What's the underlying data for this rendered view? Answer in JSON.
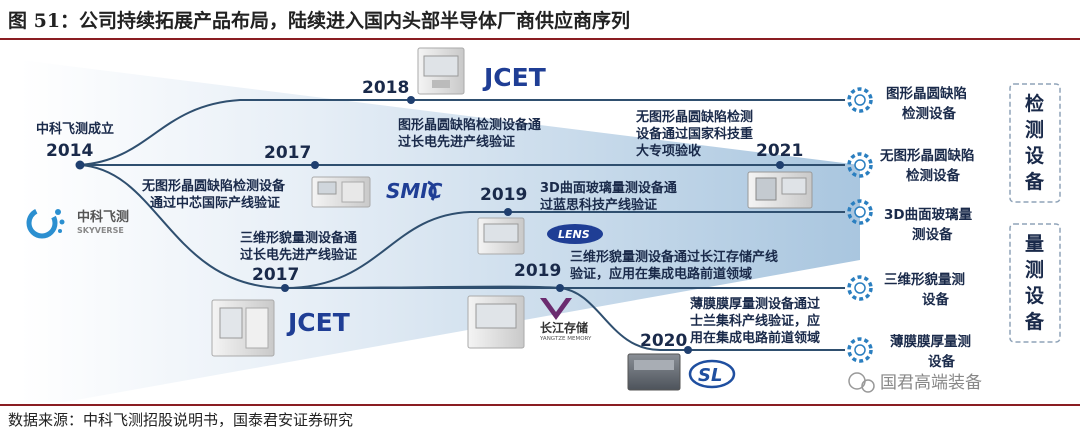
{
  "figure_title": "图 51：公司持续拓展产品布局，陆续进入国内头部半导体厂商供应商序列",
  "source": "数据来源：中科飞测招股说明书，国泰君安证券研究",
  "watermark": "国君高端装备",
  "company_logo": {
    "cn": "中科飞测",
    "en": "SKYVERSE"
  },
  "start": {
    "label": "中科飞测成立",
    "year": "2014"
  },
  "milestones": [
    {
      "year": "2018",
      "line1": "图形晶圆缺陷检测设备通",
      "line2": "过长电先进产线验证",
      "brand": "JCET"
    },
    {
      "year": "2017",
      "line1": "无图形晶圆缺陷检测设备",
      "line2": "通过中芯国际产线验证",
      "brand": "SMIC"
    },
    {
      "year": "2017",
      "line1": "三维形貌量测设备通",
      "line2": "过长电先进产线验证",
      "brand": "JCET"
    },
    {
      "year": "2019",
      "line1": "3D曲面玻璃量测设备通",
      "line2": "过蓝思科技产线验证",
      "brand": "LENS"
    },
    {
      "year": "2019",
      "line1": "三维形貌量测设备通过长江存储产线",
      "line2": "验证，应用在集成电路前道领域",
      "brand_cn": "长江存储",
      "brand_en": "YANGTZE MEMORY"
    },
    {
      "year": "2020",
      "line1": "薄膜膜厚量测设备通过",
      "line2": "士兰集科产线验证，应",
      "line3": "用在集成电路前道领域",
      "brand": "SL"
    },
    {
      "year": "2021",
      "line1": "无图形晶圆缺陷检测",
      "line2": "设备通过国家科技重",
      "line3": "大专项验收"
    }
  ],
  "products": [
    {
      "line1": "图形晶圆缺陷",
      "line2": "检测设备"
    },
    {
      "line1": "无图形晶圆缺陷",
      "line2": "检测设备"
    },
    {
      "line1": "3D曲面玻璃量",
      "line2": "测设备"
    },
    {
      "line1": "三维形貌量测",
      "line2": "设备"
    },
    {
      "line1": "薄膜膜厚量测",
      "line2": "设备"
    }
  ],
  "categories": [
    {
      "chars": [
        "检",
        "测",
        "设",
        "备"
      ]
    },
    {
      "chars": [
        "量",
        "测",
        "设",
        "备"
      ]
    }
  ],
  "colors": {
    "line": "#2f4f6f",
    "node": "#1f3f6f",
    "funnel": "#c9dbea",
    "accent": "#8a1d22",
    "gear": "#2b7fc0"
  }
}
